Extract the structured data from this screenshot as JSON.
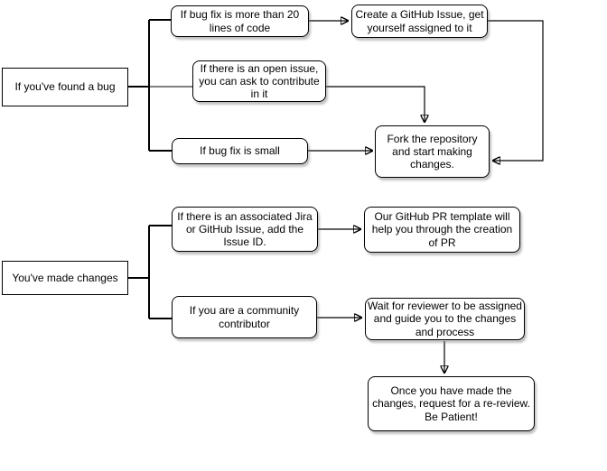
{
  "diagram": {
    "type": "flowchart",
    "colors": {
      "node_fill": "#ffffff",
      "node_border": "#000000",
      "text": "#000000",
      "edge": "#000000",
      "edge_gray": "#808080"
    },
    "nodes": {
      "found_bug": {
        "label": "If you've found a bug"
      },
      "bugfix_20": {
        "label": "If bug fix is more than 20 lines of code"
      },
      "open_issue": {
        "label": "If there is an open issue, you can ask to contribute in it"
      },
      "bugfix_small": {
        "label": "If bug fix is small"
      },
      "create_issue": {
        "label": "Create a GitHub Issue, get yourself assigned to it"
      },
      "fork_repo": {
        "label": "Fork the repository and start making changes."
      },
      "made_changes": {
        "label": "You've made changes"
      },
      "jira_issue": {
        "label": "If there is an associated Jira or GitHub Issue, add the Issue ID."
      },
      "community": {
        "label": "If you are a community contributor"
      },
      "pr_template": {
        "label": "Our GitHub PR template will help you through the creation of PR"
      },
      "wait_reviewer": {
        "label": "Wait for reviewer to be assigned and guide you to the changes and process"
      },
      "re_review": {
        "label": "Once you have made the changes, request for a re-review. Be Patient!"
      }
    },
    "edges": [
      {
        "from": "found_bug",
        "to": "bugfix_20"
      },
      {
        "from": "found_bug",
        "to": "open_issue"
      },
      {
        "from": "found_bug",
        "to": "bugfix_small"
      },
      {
        "from": "bugfix_20",
        "to": "create_issue"
      },
      {
        "from": "create_issue",
        "to": "fork_repo"
      },
      {
        "from": "open_issue",
        "to": "fork_repo"
      },
      {
        "from": "bugfix_small",
        "to": "fork_repo"
      },
      {
        "from": "made_changes",
        "to": "jira_issue"
      },
      {
        "from": "made_changes",
        "to": "community"
      },
      {
        "from": "jira_issue",
        "to": "pr_template"
      },
      {
        "from": "community",
        "to": "wait_reviewer"
      },
      {
        "from": "wait_reviewer",
        "to": "re_review"
      }
    ]
  }
}
